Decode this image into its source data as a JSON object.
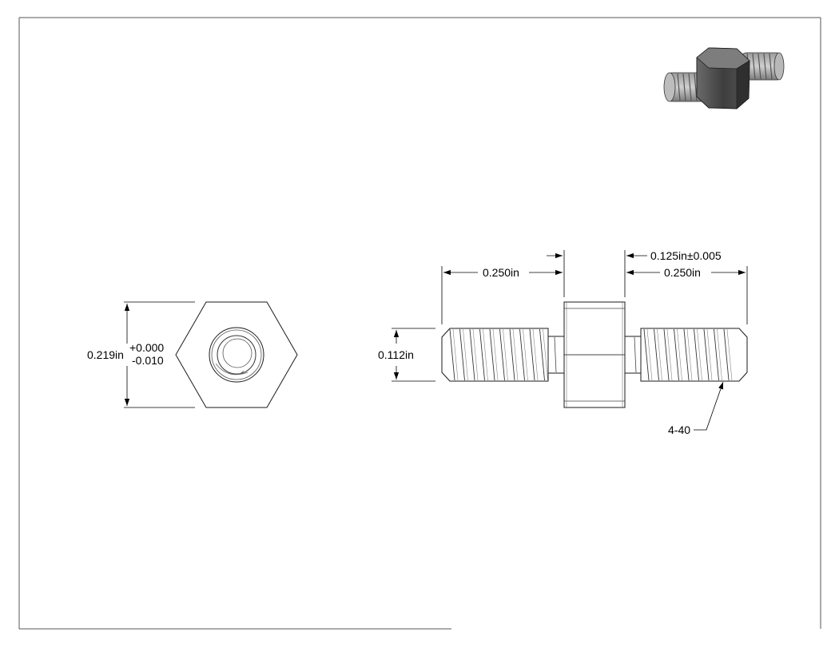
{
  "end_view": {
    "dimension": "0.219in",
    "tolerance_upper": "+0.000",
    "tolerance_lower": "-0.010"
  },
  "side_view": {
    "thread_length_left": "0.250in",
    "thread_length_right": "0.250in",
    "hex_length": "0.125in±0.005",
    "thread_diameter": "0.112in",
    "thread_callout": "4-40"
  }
}
